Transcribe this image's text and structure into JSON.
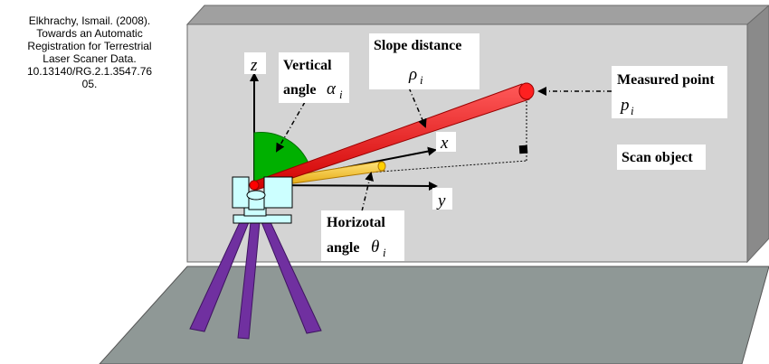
{
  "citation": "Elkhrachy, Ismail. (2008).\nTowards an Automatic\nRegistration for Terrestrial\nLaser Scaner Data.\n10.13140/RG.2.1.3547.76\n05.",
  "labels": {
    "z_axis": "z",
    "x_axis": "x",
    "y_axis": "y",
    "vertical_angle_1": "Vertical",
    "vertical_angle_2": "angle",
    "vertical_angle_symbol": "α",
    "slope_distance": "Slope distance",
    "slope_distance_symbol": "ρ",
    "measured_point": "Measured point",
    "measured_point_symbol": "p",
    "horizontal_angle_1": "Horizotal",
    "horizontal_angle_2": "angle",
    "horizontal_angle_symbol": "θ",
    "scan_object": "Scan object",
    "subscript": "i"
  },
  "colors": {
    "wall": "#d4d4d4",
    "wall_top": "#9a9a9a",
    "floor": "#8f9896",
    "slope_beam": "#ff0000",
    "horizontal_beam": "#ffc000",
    "vertical_sector": "#00b000",
    "tripod": "#7030a0",
    "scanner_body": "#ccffff"
  }
}
